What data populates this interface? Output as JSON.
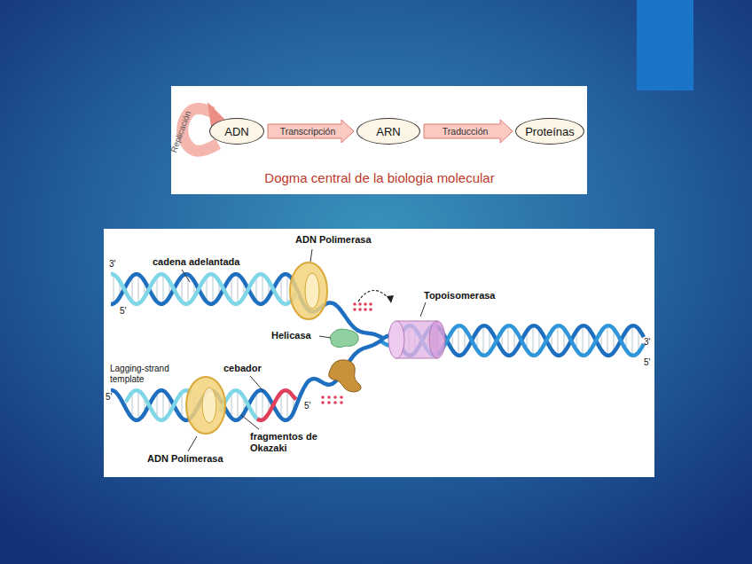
{
  "diagram": {
    "title": "Dogma central de la biologia molecular",
    "nodes": [
      {
        "text": [
          "ADN"
        ]
      },
      {
        "text": [
          "ARN"
        ]
      },
      {
        "text": [
          "Proteínas"
        ]
      }
    ],
    "edges": [
      {
        "from": 0,
        "to": 0,
        "label": "Replicación",
        "arrow": "to"
      },
      {
        "from": 0,
        "to": 1,
        "label": "Transcripción",
        "arrow": "to"
      },
      {
        "from": 1,
        "to": 2,
        "label": "Traducción",
        "arrow": "to"
      }
    ],
    "labels": [
      "ADN Polimerasa",
      "cadena adelantada",
      "Topoisomerasa",
      "Helicasa",
      "cebador",
      "Lagging-strand template",
      "fragmentos de Okazaki",
      "ADN Polimerasa",
      "3'",
      "5'",
      "3'",
      "5'",
      "5'",
      "5'"
    ]
  }
}
